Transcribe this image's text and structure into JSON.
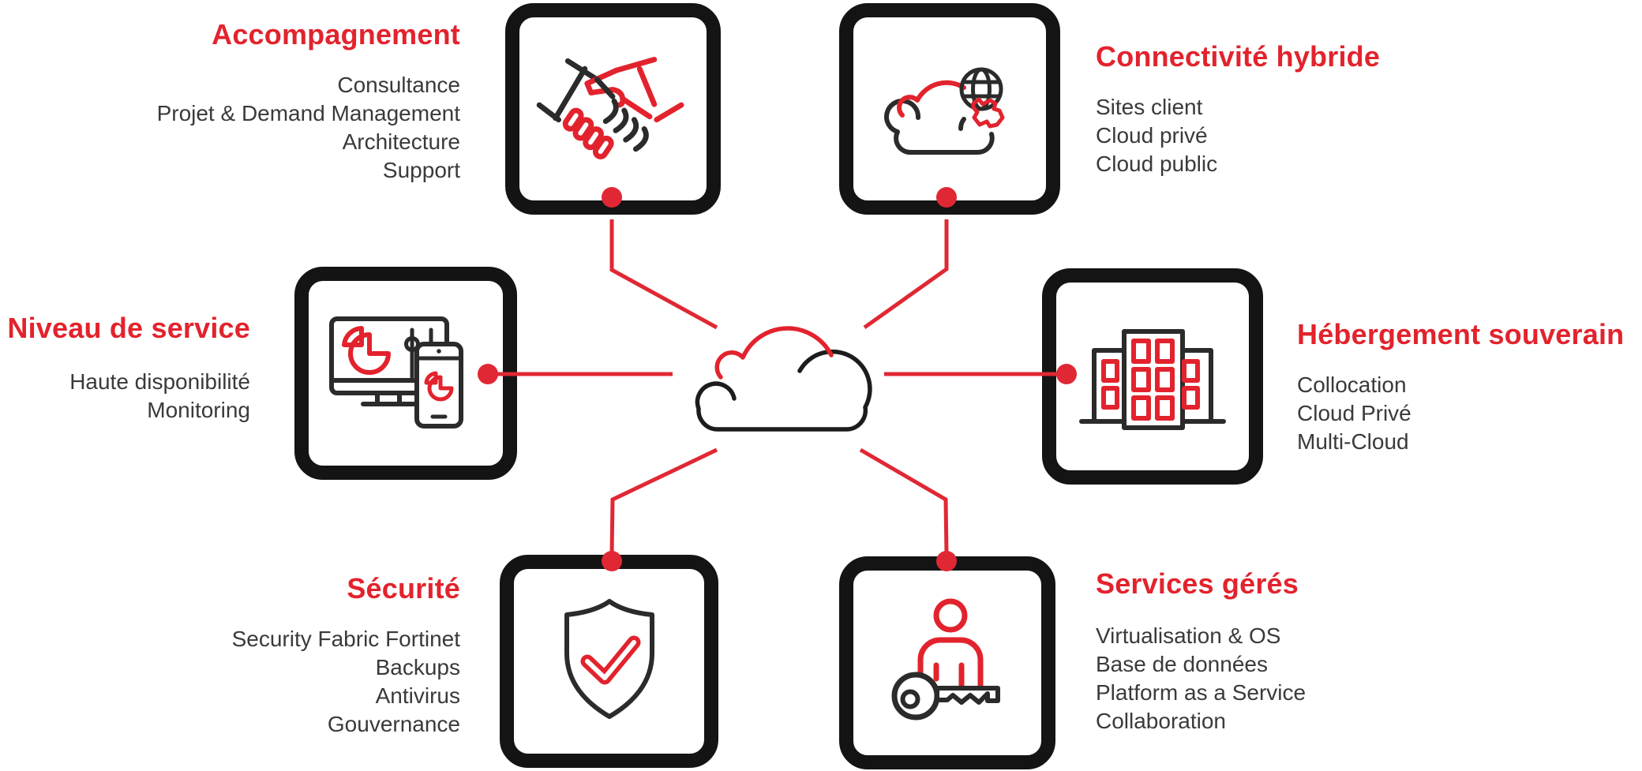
{
  "diagram": {
    "title_implied": "Services cloud",
    "center_icon": "cloud-icon",
    "colors": {
      "accent_red": "#e2232d",
      "line_red": "#e02834",
      "box_border": "#141414",
      "item_text": "#3a3a3a"
    },
    "sections": [
      {
        "id": "accompagnement",
        "title": "Accompagnement",
        "items": [
          "Consultance",
          "Projet & Demand Management",
          "Architecture",
          "Support"
        ],
        "icon": "handshake-icon",
        "position": "top-left",
        "text_align": "right"
      },
      {
        "id": "connectivite-hybride",
        "title": "Connectivité hybride",
        "items": [
          "Sites client",
          "Cloud privé",
          "Cloud public"
        ],
        "icon": "hybrid-cloud-globe-icon",
        "position": "top-right",
        "text_align": "left"
      },
      {
        "id": "niveau-de-service",
        "title": "Niveau de service",
        "items": [
          "Haute disponibilité",
          "Monitoring"
        ],
        "icon": "monitoring-dashboard-devices-icon",
        "position": "middle-left",
        "text_align": "right"
      },
      {
        "id": "hebergement-souverain",
        "title": "Hébergement souverain",
        "items": [
          "Collocation",
          "Cloud Privé",
          "Multi-Cloud"
        ],
        "icon": "datacenter-buildings-icon",
        "position": "middle-right",
        "text_align": "left"
      },
      {
        "id": "securite",
        "title": "Sécurité",
        "items": [
          "Security Fabric Fortinet",
          "Backups",
          "Antivirus",
          "Gouvernance"
        ],
        "icon": "shield-check-icon",
        "position": "bottom-left",
        "text_align": "right"
      },
      {
        "id": "services-geres",
        "title": "Services gérés",
        "items": [
          "Virtualisation & OS",
          "Base de données",
          "Platform as a Service",
          "Collaboration"
        ],
        "icon": "person-key-icon",
        "position": "bottom-right",
        "text_align": "left"
      }
    ]
  }
}
